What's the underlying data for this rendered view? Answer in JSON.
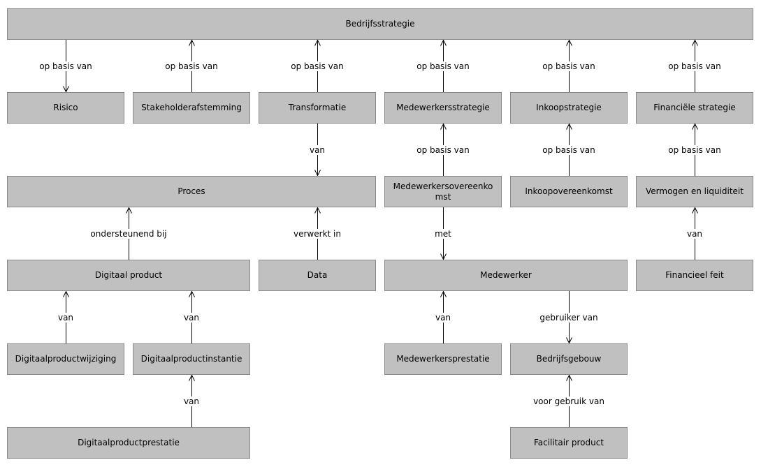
{
  "diagram": {
    "type": "concept-relationship-diagram",
    "language": "nl",
    "background_color": "#ffffff",
    "node_fill_color": "#c0c0c0",
    "node_border_color": "#888888",
    "edge_color": "#000000",
    "nodes": [
      {
        "id": "bedrijfsstrategie",
        "label": "Bedrijfsstrategie"
      },
      {
        "id": "risico",
        "label": "Risico"
      },
      {
        "id": "stakeholderafstemming",
        "label": "Stakeholderafstemming"
      },
      {
        "id": "transformatie",
        "label": "Transformatie"
      },
      {
        "id": "medewerkersstrategie",
        "label": "Medewerkersstrategie"
      },
      {
        "id": "inkoopstrategie",
        "label": "Inkoopstrategie"
      },
      {
        "id": "financiele-strategie",
        "label": "Financiële strategie"
      },
      {
        "id": "proces",
        "label": "Proces"
      },
      {
        "id": "medewerkersovereenkomst",
        "label": "Medewerkersovereenkomst"
      },
      {
        "id": "inkoopovereenkomst",
        "label": "Inkoopovereenkomst"
      },
      {
        "id": "vermogen-en-liquiditeit",
        "label": "Vermogen en liquiditeit"
      },
      {
        "id": "digitaal-product",
        "label": "Digitaal product"
      },
      {
        "id": "data",
        "label": "Data"
      },
      {
        "id": "medewerker",
        "label": "Medewerker"
      },
      {
        "id": "financieel-feit",
        "label": "Financieel feit"
      },
      {
        "id": "digitaalproductwijziging",
        "label": "Digitaalproductwijziging"
      },
      {
        "id": "digitaalproductinstantie",
        "label": "Digitaalproductinstantie"
      },
      {
        "id": "medewerkersprestatie",
        "label": "Medewerkersprestatie"
      },
      {
        "id": "bedrijfsgebouw",
        "label": "Bedrijfsgebouw"
      },
      {
        "id": "digitaalproductprestatie",
        "label": "Digitaalproductprestatie"
      },
      {
        "id": "facilitair-product",
        "label": "Facilitair product"
      }
    ],
    "edges": [
      {
        "from": "Bedrijfsstrategie",
        "to": "Risico",
        "label": "op basis van",
        "arrow": "down"
      },
      {
        "from": "Stakeholderafstemming",
        "to": "Bedrijfsstrategie",
        "label": "op basis van",
        "arrow": "up"
      },
      {
        "from": "Transformatie",
        "to": "Bedrijfsstrategie",
        "label": "op basis van",
        "arrow": "up"
      },
      {
        "from": "Medewerkersstrategie",
        "to": "Bedrijfsstrategie",
        "label": "op basis van",
        "arrow": "up"
      },
      {
        "from": "Inkoopstrategie",
        "to": "Bedrijfsstrategie",
        "label": "op basis van",
        "arrow": "up"
      },
      {
        "from": "Financiële strategie",
        "to": "Bedrijfsstrategie",
        "label": "op basis van",
        "arrow": "up"
      },
      {
        "from": "Transformatie",
        "to": "Proces",
        "label": "van",
        "arrow": "down"
      },
      {
        "from": "Medewerkersovereenkomst",
        "to": "Medewerkersstrategie",
        "label": "op basis van",
        "arrow": "up"
      },
      {
        "from": "Inkoopovereenkomst",
        "to": "Inkoopstrategie",
        "label": "op basis van",
        "arrow": "up"
      },
      {
        "from": "Vermogen en liquiditeit",
        "to": "Financiële strategie",
        "label": "op basis van",
        "arrow": "up"
      },
      {
        "from": "Digitaal product",
        "to": "Proces",
        "label": "ondersteunend bij",
        "arrow": "up"
      },
      {
        "from": "Data",
        "to": "Proces",
        "label": "verwerkt in",
        "arrow": "up"
      },
      {
        "from": "Medewerkersovereenkomst",
        "to": "Medewerker",
        "label": "met",
        "arrow": "down"
      },
      {
        "from": "Financieel feit",
        "to": "Vermogen en liquiditeit",
        "label": "van",
        "arrow": "up"
      },
      {
        "from": "Digitaalproductwijziging",
        "to": "Digitaal product",
        "label": "van",
        "arrow": "up"
      },
      {
        "from": "Digitaalproductinstantie",
        "to": "Digitaal product",
        "label": "van",
        "arrow": "up"
      },
      {
        "from": "Medewerkersprestatie",
        "to": "Medewerker",
        "label": "van",
        "arrow": "up"
      },
      {
        "from": "Medewerker",
        "to": "Bedrijfsgebouw",
        "label": "gebruiker van",
        "arrow": "down"
      },
      {
        "from": "Digitaalproductprestatie",
        "to": "Digitaalproductinstantie",
        "label": "van",
        "arrow": "up"
      },
      {
        "from": "Facilitair product",
        "to": "Bedrijfsgebouw",
        "label": "voor gebruik van",
        "arrow": "up"
      }
    ]
  }
}
